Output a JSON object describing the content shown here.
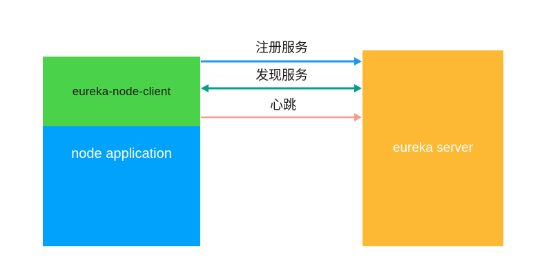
{
  "diagram": {
    "title": "eureka node client architecture",
    "background": "#ffffff",
    "nodes": [
      {
        "id": "eureka-node-client",
        "label": "eureka-node-client",
        "color": "#4BD24B",
        "text_color": "#1a1a1a"
      },
      {
        "id": "node-application",
        "label": "node application",
        "color": "#00A2FB",
        "text_color": "#ffffff"
      },
      {
        "id": "eureka-server",
        "label": "eureka server",
        "color": "#FDB933",
        "text_color": "#ffffff"
      }
    ],
    "flows": [
      {
        "id": "register",
        "label": "注册服务",
        "color": "#189BE8",
        "direction": "right",
        "from": "eureka-node-client",
        "to": "eureka-server"
      },
      {
        "id": "discover",
        "label": "发现服务",
        "color": "#00A08C",
        "direction": "both",
        "from": "eureka-node-client",
        "to": "eureka-server"
      },
      {
        "id": "heartbeat",
        "label": "心跳",
        "color": "#F79A92",
        "direction": "right",
        "from": "eureka-node-client",
        "to": "eureka-server"
      }
    ]
  }
}
